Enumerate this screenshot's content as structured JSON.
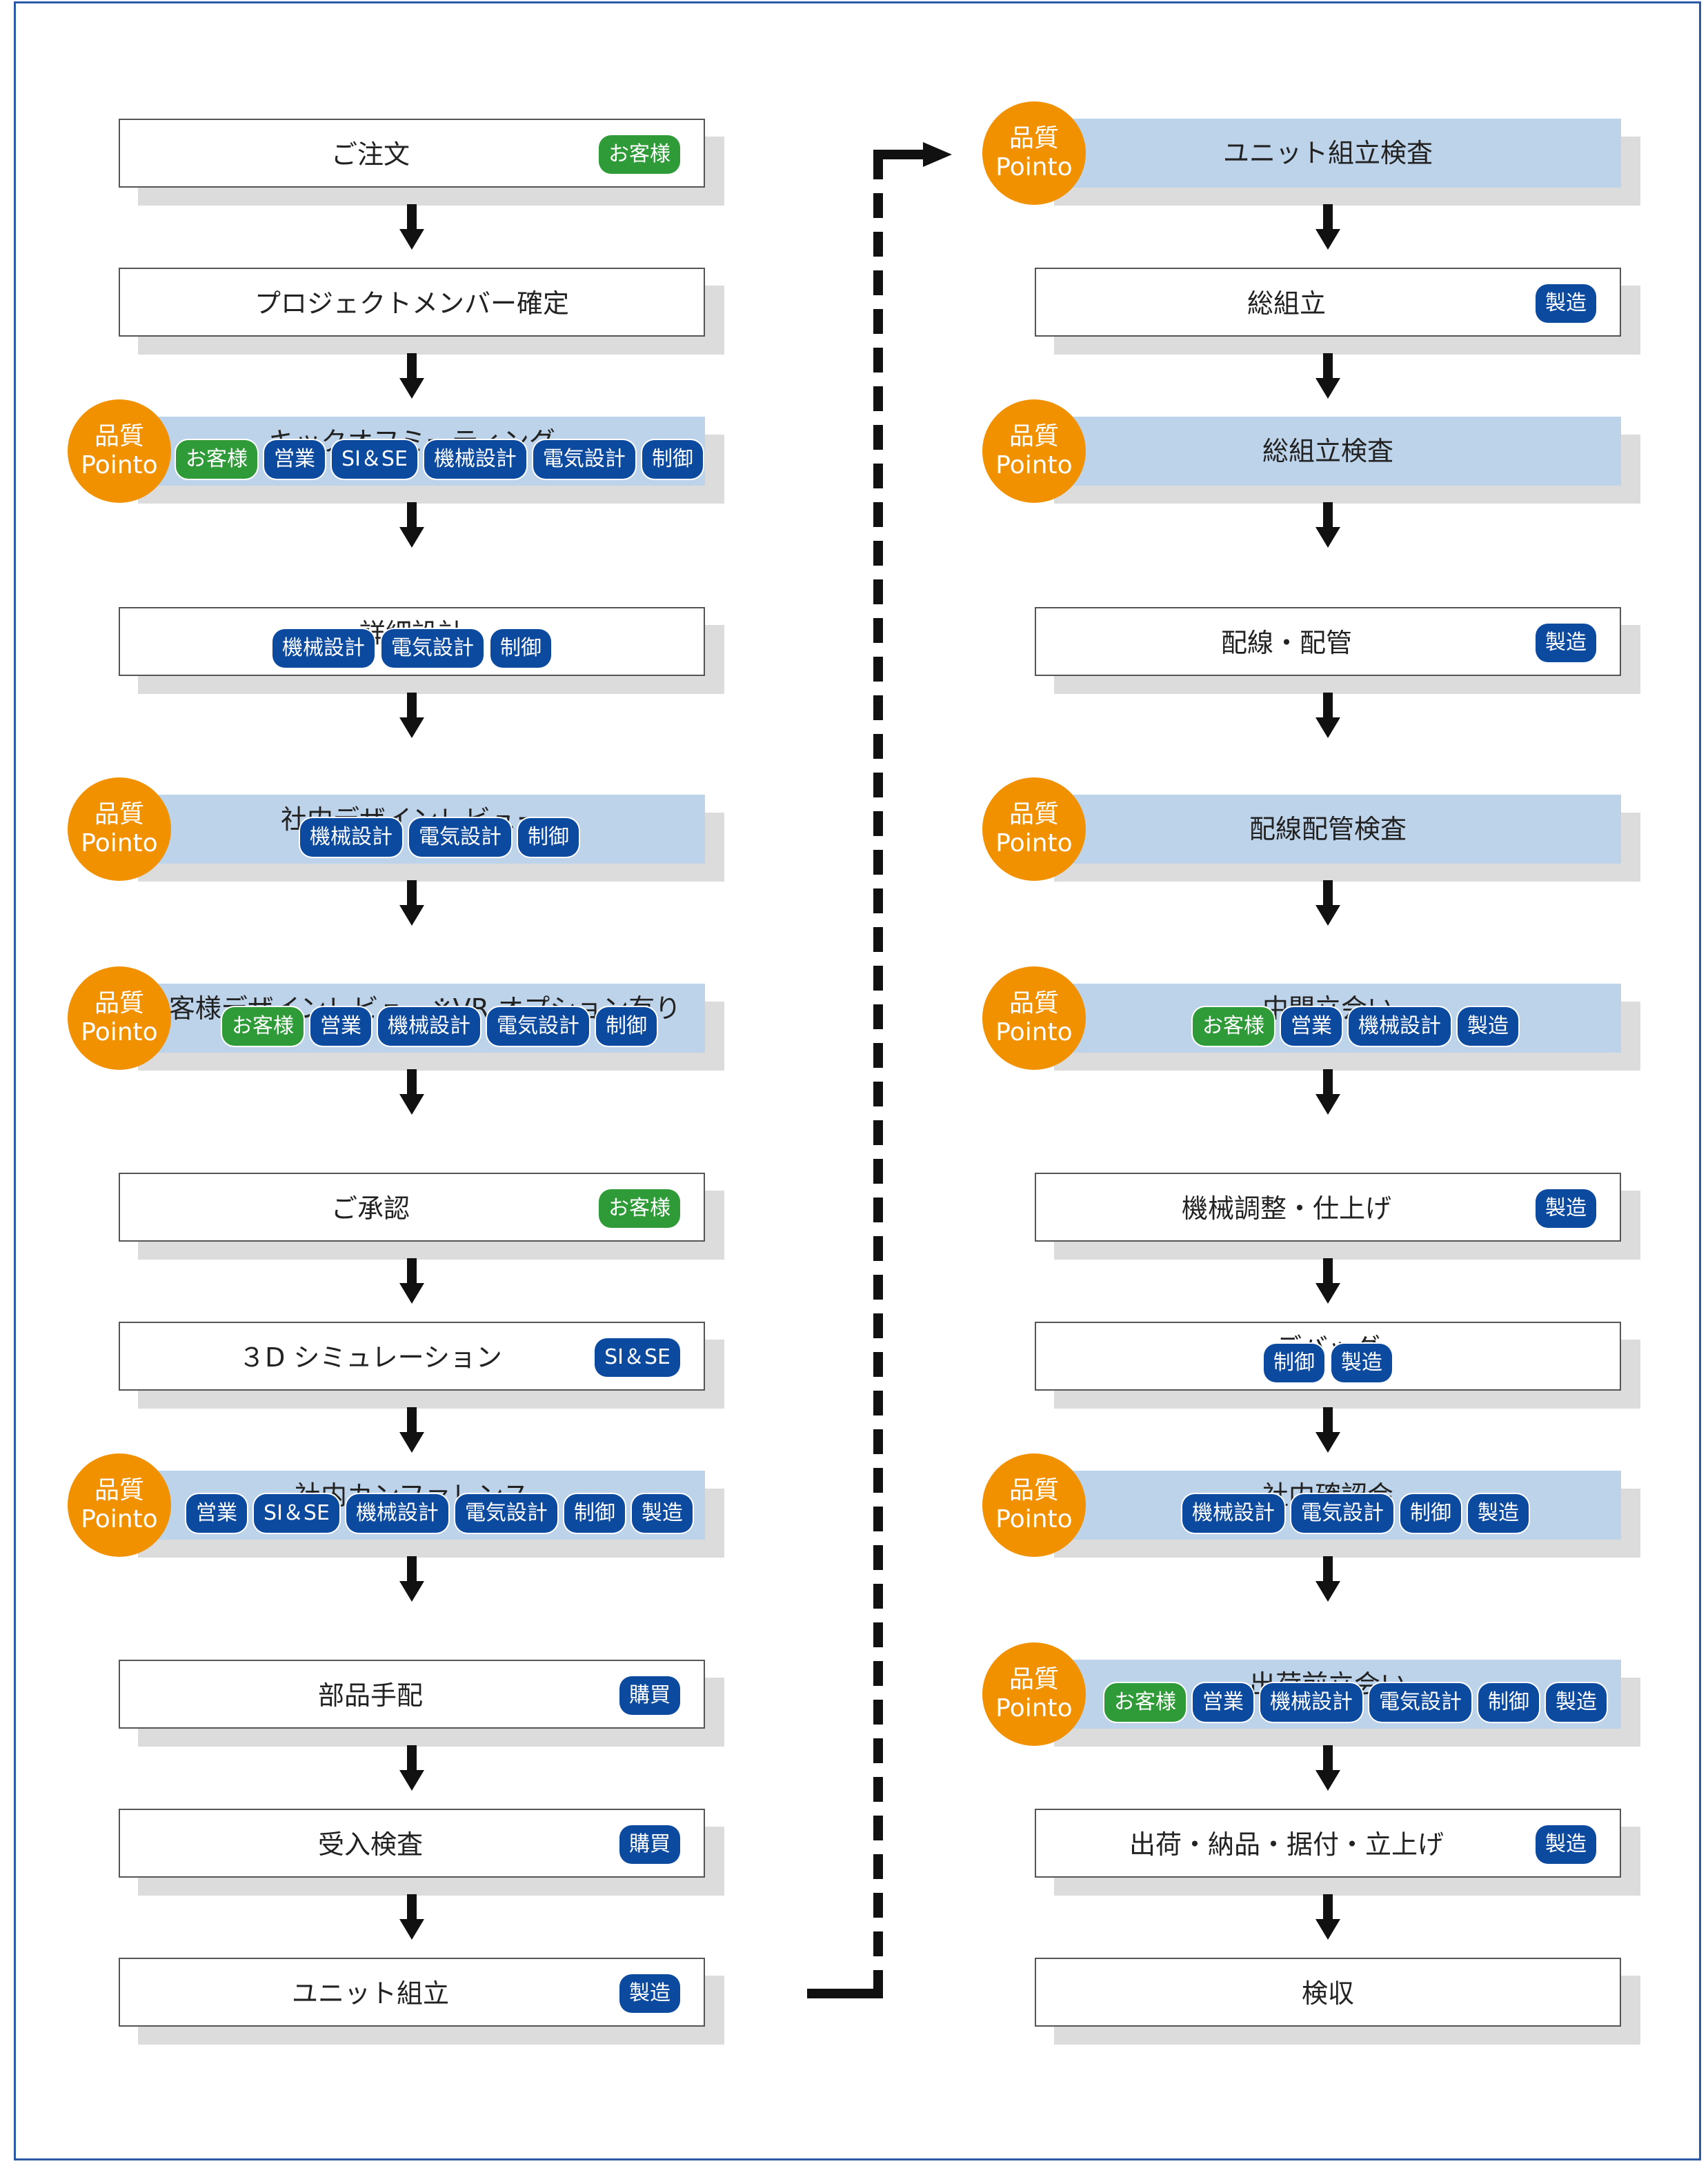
{
  "badge": {
    "line1": "品質",
    "line2": "Pointo"
  },
  "left_steps": [
    {
      "title": "ご注文",
      "quality": false,
      "tags": [
        {
          "label": "お客様",
          "color": "green"
        }
      ]
    },
    {
      "title": "プロジェクトメンバー確定",
      "quality": false,
      "tags": []
    },
    {
      "title": "キックオフミーティング",
      "quality": true,
      "tags": [
        {
          "label": "お客様",
          "color": "green"
        },
        {
          "label": "営業",
          "color": "blue"
        },
        {
          "label": "SI＆SE",
          "color": "blue"
        },
        {
          "label": "機械設計",
          "color": "blue"
        },
        {
          "label": "電気設計",
          "color": "blue"
        },
        {
          "label": "制御",
          "color": "blue"
        }
      ]
    },
    {
      "title": "詳細設計",
      "quality": false,
      "tags": [
        {
          "label": "機械設計",
          "color": "blue"
        },
        {
          "label": "電気設計",
          "color": "blue"
        },
        {
          "label": "制御",
          "color": "blue"
        }
      ]
    },
    {
      "title": "社内デザインレビュー",
      "quality": true,
      "tags": [
        {
          "label": "機械設計",
          "color": "blue"
        },
        {
          "label": "電気設計",
          "color": "blue"
        },
        {
          "label": "制御",
          "color": "blue"
        }
      ]
    },
    {
      "title": "お客様デザインレビュー※VR オプション有り",
      "quality": true,
      "tags": [
        {
          "label": "お客様",
          "color": "green"
        },
        {
          "label": "営業",
          "color": "blue"
        },
        {
          "label": "機械設計",
          "color": "blue"
        },
        {
          "label": "電気設計",
          "color": "blue"
        },
        {
          "label": "制御",
          "color": "blue"
        }
      ]
    },
    {
      "title": "ご承認",
      "quality": false,
      "tags": [
        {
          "label": "お客様",
          "color": "green"
        }
      ]
    },
    {
      "title": "３D シミュレーション",
      "quality": false,
      "tags": [
        {
          "label": "SI＆SE",
          "color": "blue"
        }
      ]
    },
    {
      "title": "社内カンファレンス",
      "quality": true,
      "tags": [
        {
          "label": "営業",
          "color": "blue"
        },
        {
          "label": "SI＆SE",
          "color": "blue"
        },
        {
          "label": "機械設計",
          "color": "blue"
        },
        {
          "label": "電気設計",
          "color": "blue"
        },
        {
          "label": "制御",
          "color": "blue"
        },
        {
          "label": "製造",
          "color": "blue"
        }
      ]
    },
    {
      "title": "部品手配",
      "quality": false,
      "tags": [
        {
          "label": "購買",
          "color": "blue"
        }
      ]
    },
    {
      "title": "受入検査",
      "quality": false,
      "tags": [
        {
          "label": "購買",
          "color": "blue"
        }
      ]
    },
    {
      "title": "ユニット組立",
      "quality": false,
      "tags": [
        {
          "label": "製造",
          "color": "blue"
        }
      ]
    }
  ],
  "right_steps": [
    {
      "title": "ユニット組立検査",
      "quality": true,
      "tags": []
    },
    {
      "title": "総組立",
      "quality": false,
      "tags": [
        {
          "label": "製造",
          "color": "blue"
        }
      ]
    },
    {
      "title": "総組立検査",
      "quality": true,
      "tags": []
    },
    {
      "title": "配線・配管",
      "quality": false,
      "tags": [
        {
          "label": "製造",
          "color": "blue"
        }
      ]
    },
    {
      "title": "配線配管検査",
      "quality": true,
      "tags": []
    },
    {
      "title": "中間立会い",
      "quality": true,
      "tags": [
        {
          "label": "お客様",
          "color": "green"
        },
        {
          "label": "営業",
          "color": "blue"
        },
        {
          "label": "機械設計",
          "color": "blue"
        },
        {
          "label": "製造",
          "color": "blue"
        }
      ]
    },
    {
      "title": "機械調整・仕上げ",
      "quality": false,
      "tags": [
        {
          "label": "製造",
          "color": "blue"
        }
      ]
    },
    {
      "title": "デバッグ",
      "quality": false,
      "tags": [
        {
          "label": "制御",
          "color": "blue"
        },
        {
          "label": "製造",
          "color": "blue"
        }
      ]
    },
    {
      "title": "社内確認会",
      "quality": true,
      "tags": [
        {
          "label": "機械設計",
          "color": "blue"
        },
        {
          "label": "電気設計",
          "color": "blue"
        },
        {
          "label": "制御",
          "color": "blue"
        },
        {
          "label": "製造",
          "color": "blue"
        }
      ]
    },
    {
      "title": "出荷前立会い",
      "quality": true,
      "tags": [
        {
          "label": "お客様",
          "color": "green"
        },
        {
          "label": "営業",
          "color": "blue"
        },
        {
          "label": "機械設計",
          "color": "blue"
        },
        {
          "label": "電気設計",
          "color": "blue"
        },
        {
          "label": "制御",
          "color": "blue"
        },
        {
          "label": "製造",
          "color": "blue"
        }
      ]
    },
    {
      "title": "出荷・納品・据付・立上げ",
      "quality": false,
      "tags": [
        {
          "label": "製造",
          "color": "blue"
        }
      ]
    },
    {
      "title": "検収",
      "quality": false,
      "tags": []
    }
  ],
  "colors": {
    "quality_badge": "#f29100",
    "quality_box": "#bdd3ea",
    "tag_blue": "#0c4a9f",
    "tag_green": "#2e9a38",
    "frame": "#2b5ba8"
  }
}
